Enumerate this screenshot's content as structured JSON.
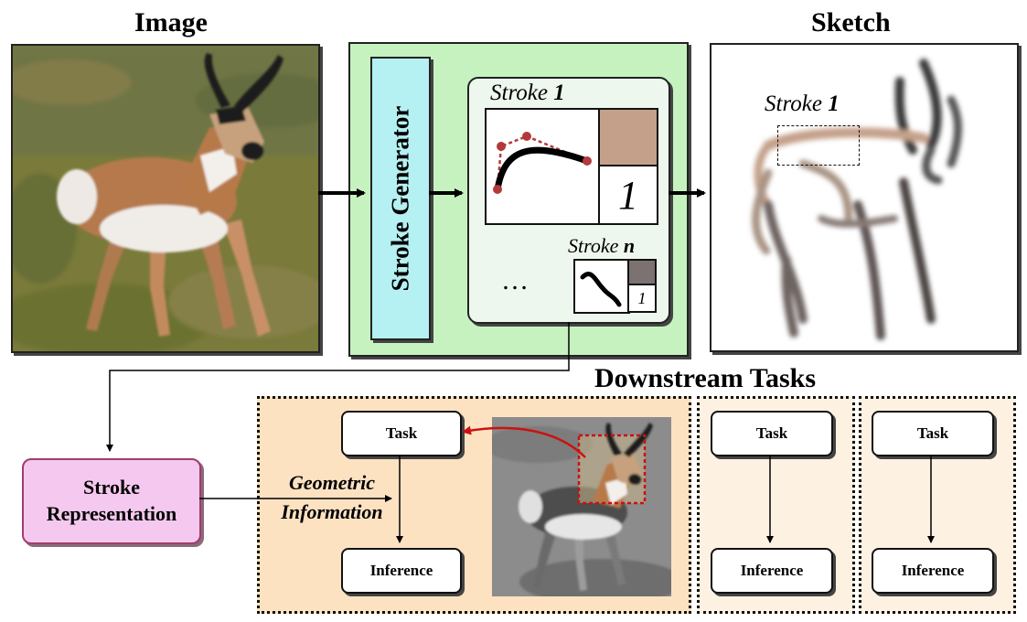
{
  "titles": {
    "image": "Image",
    "sketch": "Sketch",
    "downstream": "Downstream Tasks"
  },
  "generator": {
    "label": "Stroke Generator"
  },
  "stroke_card": {
    "stroke1_prefix": "Stroke ",
    "stroke1_index": "1",
    "stroke1_value": "1",
    "strokeN_prefix": "Stroke ",
    "strokeN_index": "n",
    "strokeN_value": "1",
    "ellipsis": "…",
    "stroke_color": "#c4a08a",
    "strokeN_color": "#7d7272"
  },
  "sketch": {
    "stroke_prefix": "Stroke ",
    "stroke_index": "1"
  },
  "stroke_representation": {
    "line1": "Stroke",
    "line2": "Representation"
  },
  "geometric_info": {
    "line1": "Geometric",
    "line2": "Information"
  },
  "tasks": [
    {
      "task": "Task",
      "inference": "Inference"
    },
    {
      "task": "Task",
      "inference": "Inference"
    },
    {
      "task": "Task",
      "inference": "Inference"
    }
  ],
  "colors": {
    "generator_panel": "#c6f2c0",
    "generator_box": "#b5f0f2",
    "task_region_primary": "#fde2c2",
    "task_region_secondary": "#fdf1e2",
    "stroke_representation": "#f5c9ef",
    "highlight_arrow": "#cc1111"
  }
}
